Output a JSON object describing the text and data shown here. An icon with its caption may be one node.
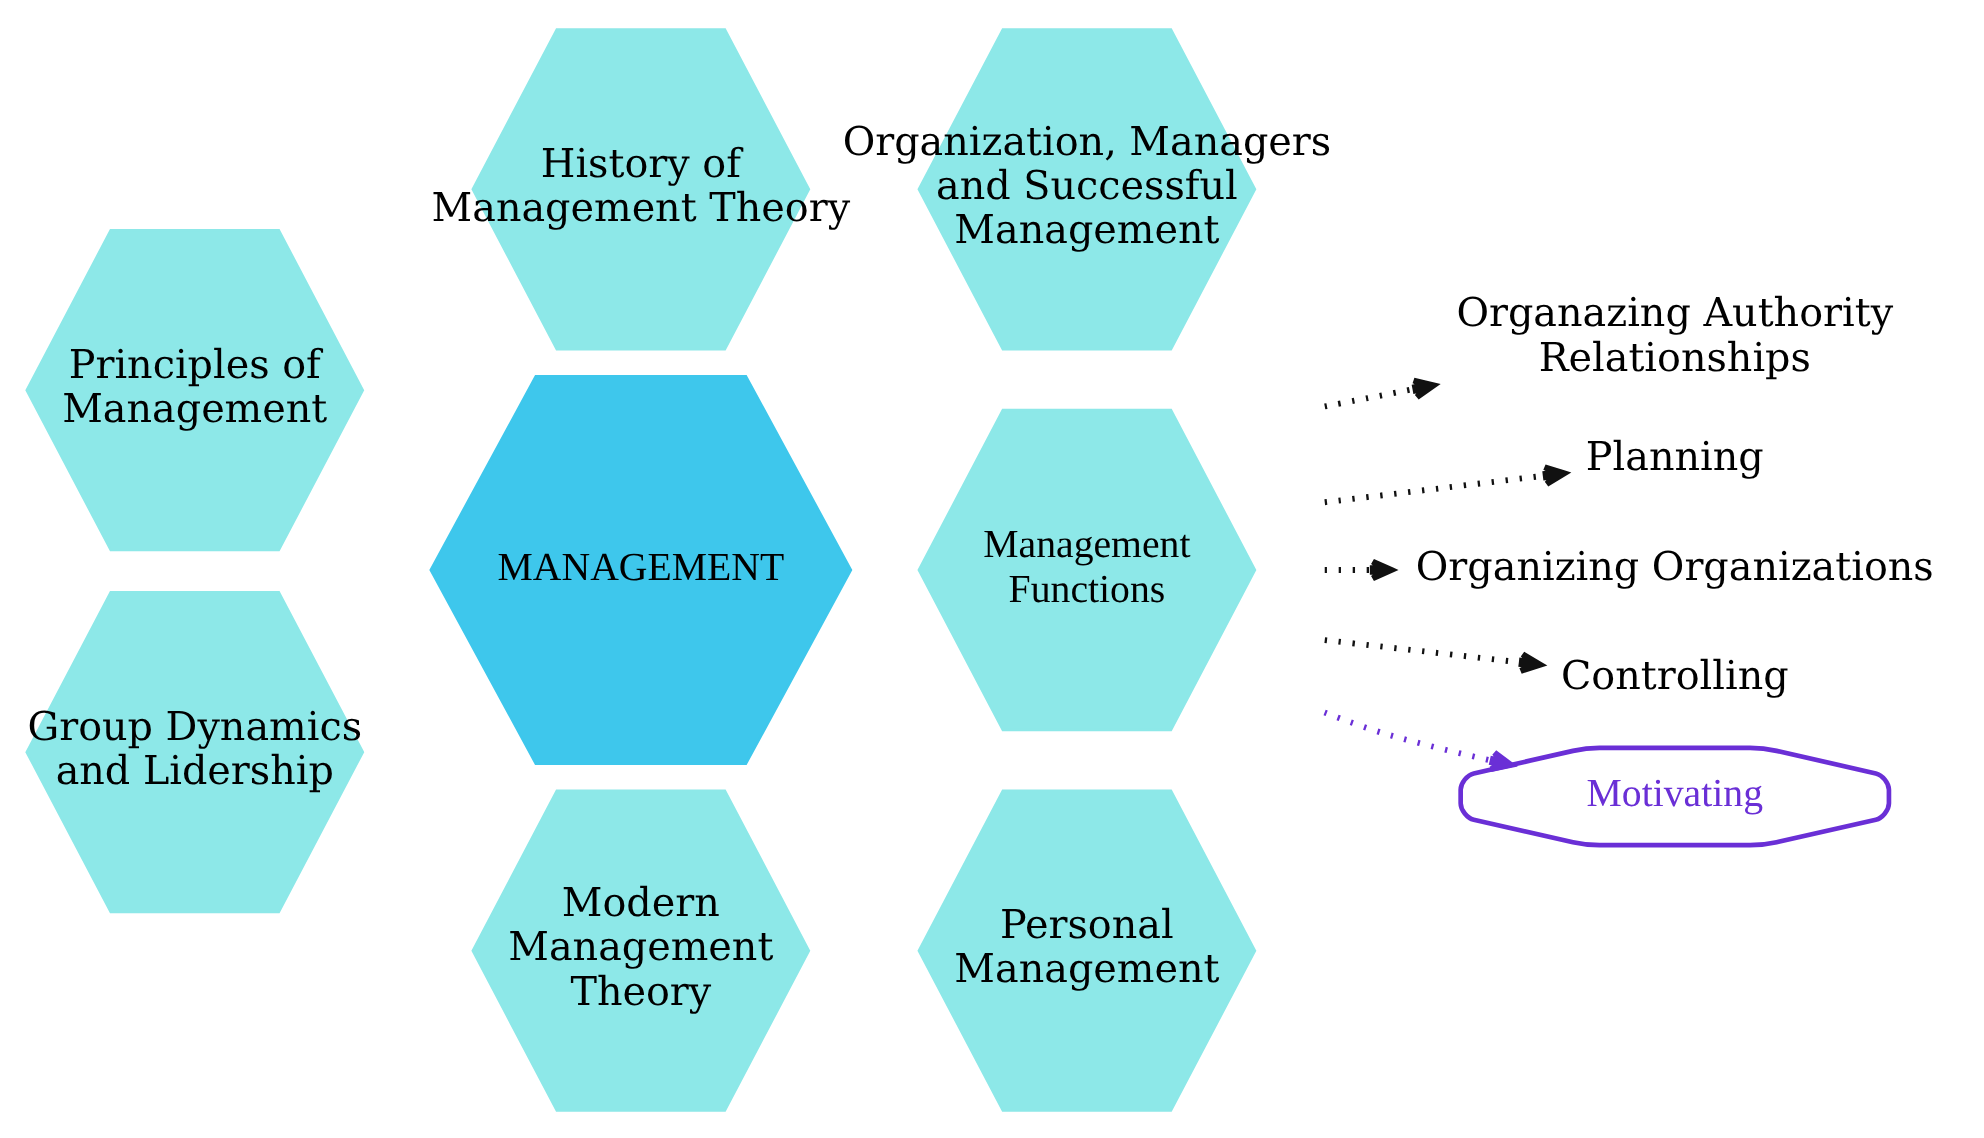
{
  "diagram": {
    "nodes": [
      {
        "text": [
          "MANAGEMENT"
        ]
      },
      {
        "text": [
          "History of Management Theory"
        ]
      },
      {
        "text": [
          "Organization, Managers and Successful Management"
        ]
      },
      {
        "text": [
          "Principles of Management"
        ]
      },
      {
        "text": [
          "Management Functions"
        ]
      },
      {
        "text": [
          "Group Dynamics and Lidership"
        ]
      },
      {
        "text": [
          "Personal Management"
        ]
      },
      {
        "text": [
          "Modern Management Theory"
        ]
      },
      {
        "text": [
          "Organazing Authority Relationships"
        ]
      },
      {
        "text": [
          "Planning"
        ]
      },
      {
        "text": [
          "Organizing Organizations"
        ]
      },
      {
        "text": [
          "Controlling"
        ]
      },
      {
        "text": [
          "Motivating"
        ]
      }
    ],
    "edges": [
      {
        "from": null,
        "to": 8,
        "arrow": "to",
        "style": "dashed"
      },
      {
        "from": null,
        "to": 9,
        "arrow": "to",
        "style": "dashed"
      },
      {
        "from": null,
        "to": 10,
        "arrow": "to",
        "style": "dashed"
      },
      {
        "from": null,
        "to": 11,
        "arrow": "to",
        "style": "dashed"
      },
      {
        "from": null,
        "to": 12,
        "arrow": "to",
        "style": "dashed",
        "color": "#6a2fd6"
      }
    ]
  }
}
